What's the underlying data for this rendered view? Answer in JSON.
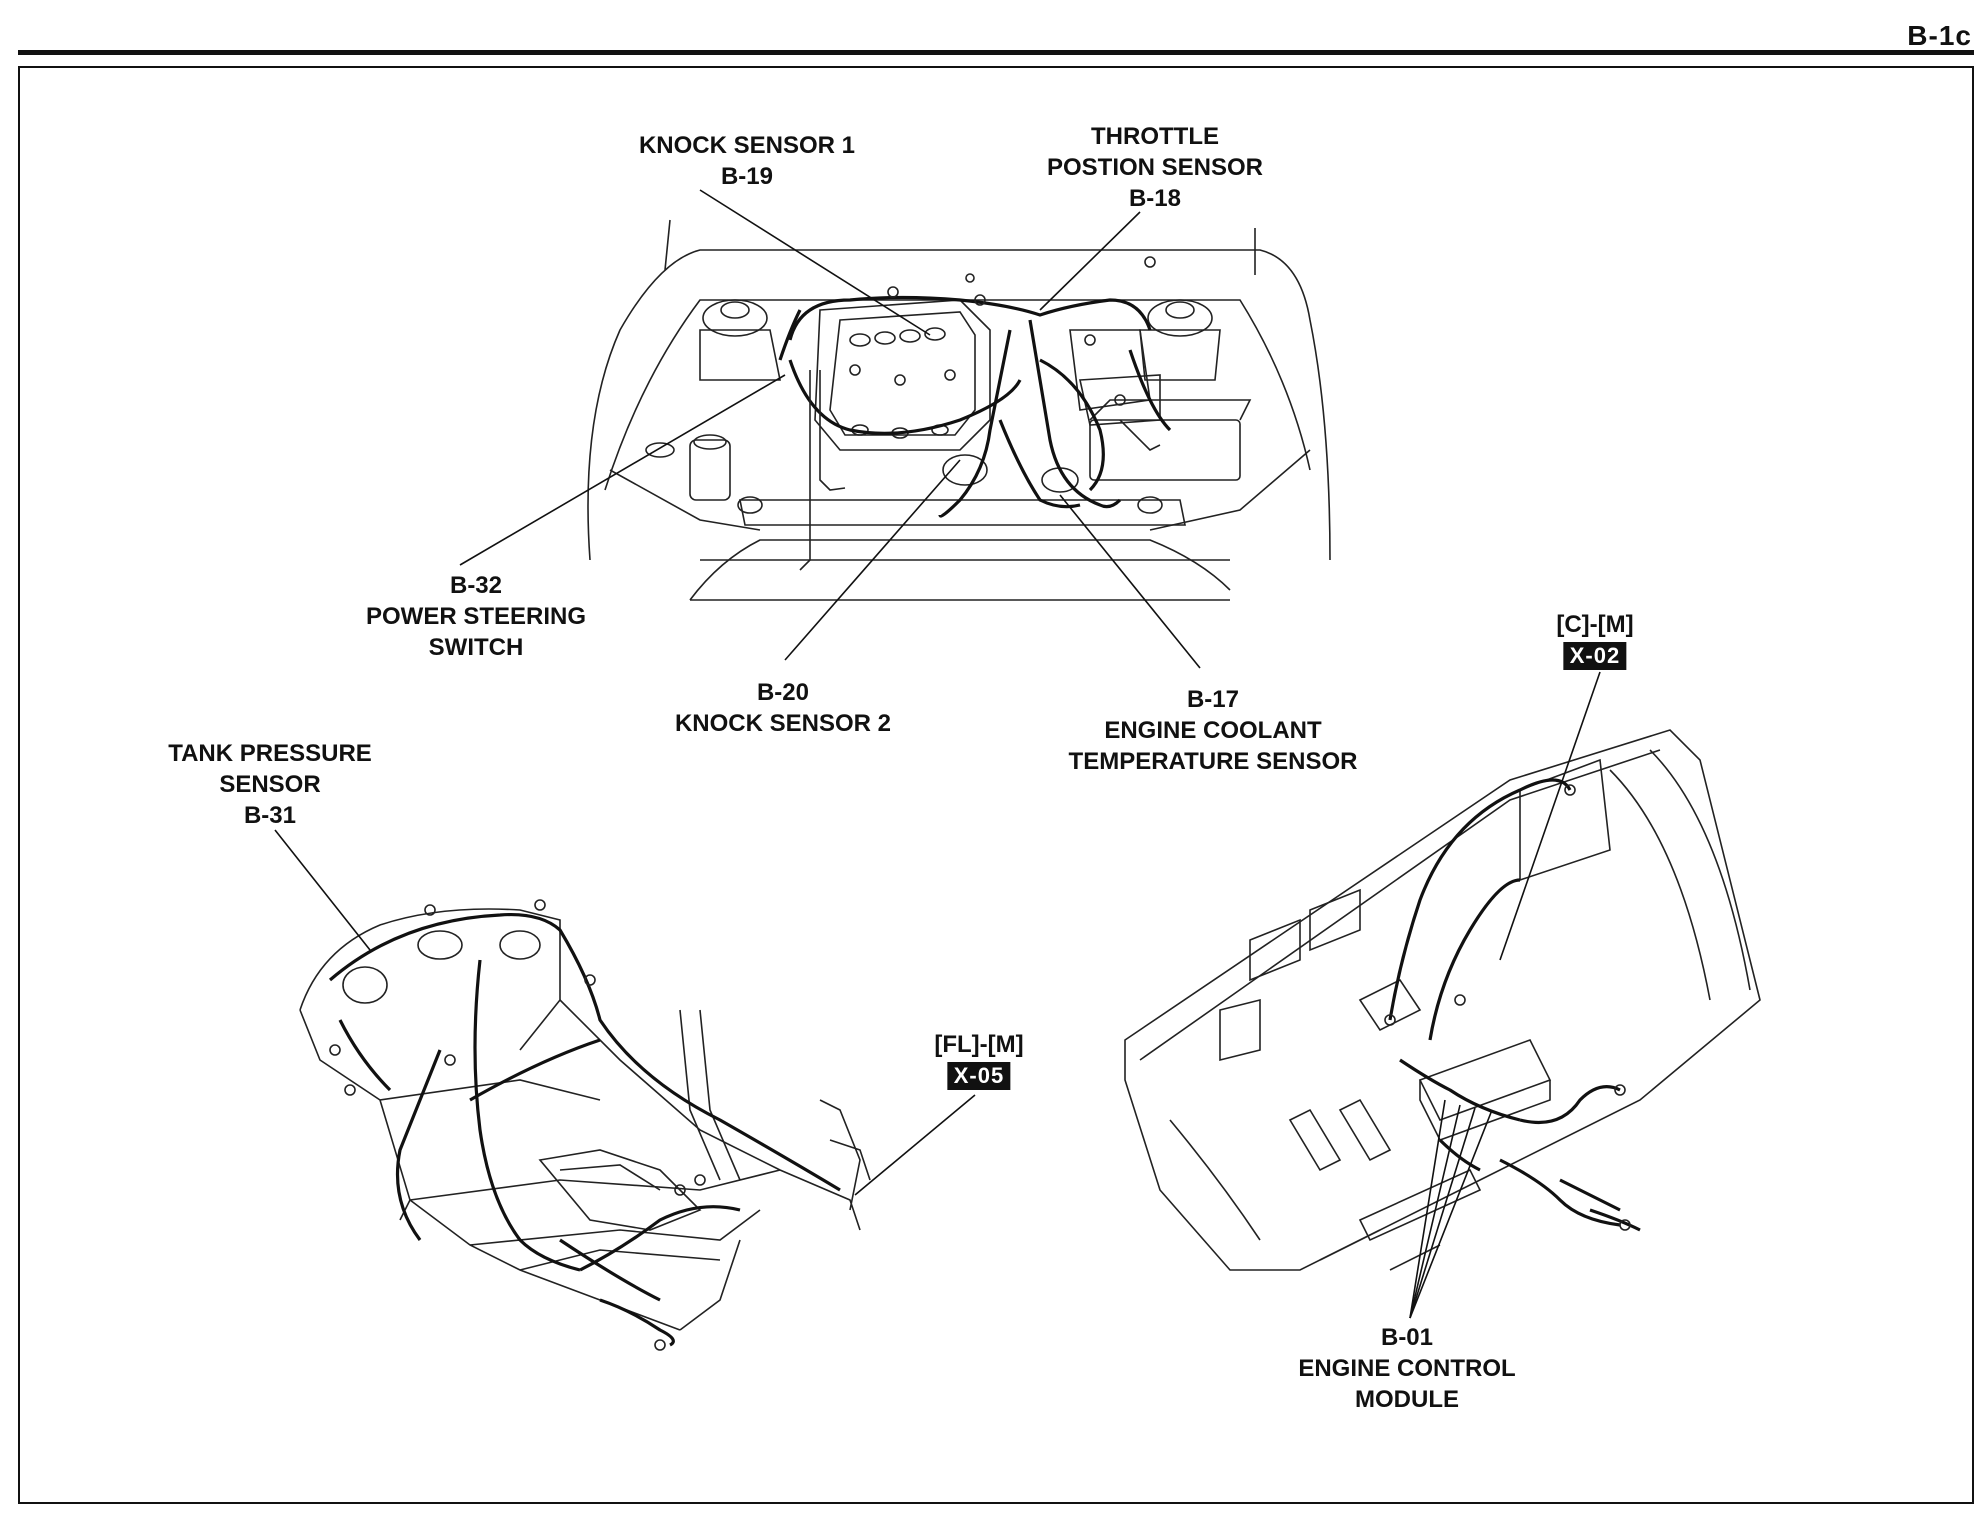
{
  "page_number": "B-1c",
  "labels": {
    "knock_sensor_1": [
      "KNOCK SENSOR 1",
      "B-19"
    ],
    "throttle_position_sensor": [
      "THROTTLE",
      "POSTION SENSOR",
      "B-18"
    ],
    "power_steering_switch": [
      "B-32",
      "POWER STEERING",
      "SWITCH"
    ],
    "knock_sensor_2": [
      "B-20",
      "KNOCK SENSOR 2"
    ],
    "engine_coolant_temperature_sensor": [
      "B-17",
      "ENGINE COOLANT",
      "TEMPERATURE SENSOR"
    ],
    "tank_pressure_sensor": [
      "TANK PRESSURE",
      "SENSOR",
      "B-31"
    ],
    "engine_control_module": [
      "B-01",
      "ENGINE CONTROL",
      "MODULE"
    ]
  },
  "connectors": {
    "x02": {
      "location": "[C]-[M]",
      "code": "X-02"
    },
    "x05": {
      "location": "[FL]-[M]",
      "code": "X-05"
    }
  }
}
